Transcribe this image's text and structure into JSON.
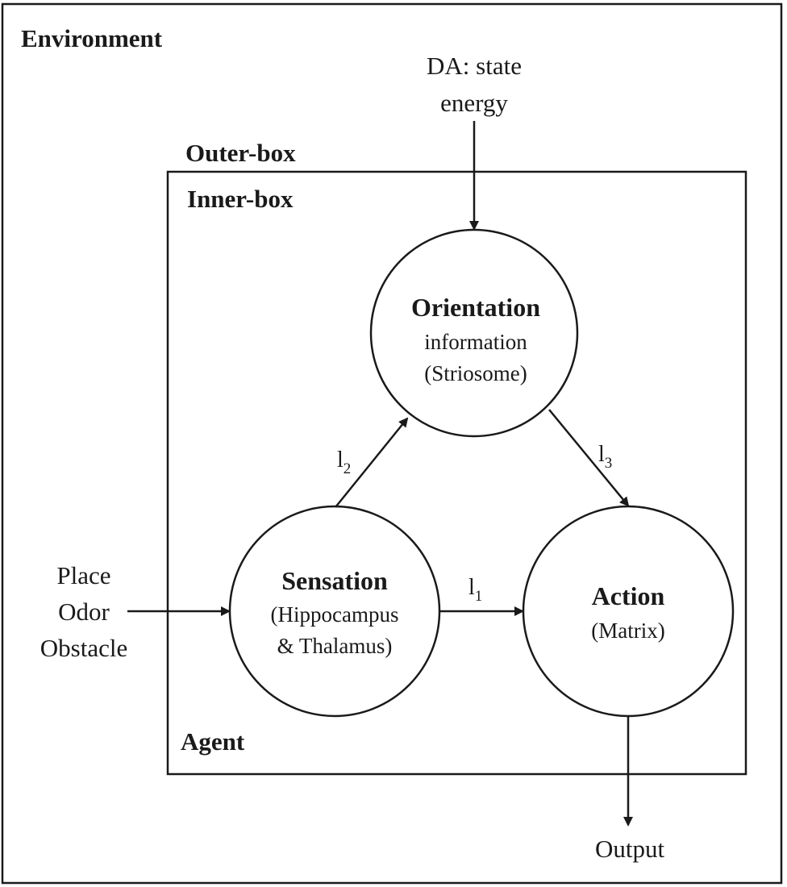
{
  "environment": {
    "label": "Environment"
  },
  "outer_box": {
    "label": "Outer-box"
  },
  "inner_box": {
    "label": "Inner-box"
  },
  "agent": {
    "label": "Agent"
  },
  "da_input": {
    "line1": "DA: state",
    "line2": "energy"
  },
  "sensory_inputs": {
    "line1": "Place",
    "line2": "Odor",
    "line3": "Obstacle"
  },
  "nodes": {
    "orientation": {
      "title": "Orientation",
      "line1": "information",
      "line2": "(Striosome)"
    },
    "sensation": {
      "title": "Sensation",
      "line1": "(Hippocampus",
      "line2": "& Thalamus)"
    },
    "action": {
      "title": "Action",
      "line1": "(Matrix)"
    }
  },
  "edges": {
    "l1": {
      "base": "l",
      "sub": "1"
    },
    "l2": {
      "base": "l",
      "sub": "2"
    },
    "l3": {
      "base": "l",
      "sub": "3"
    }
  },
  "output": {
    "label": "Output"
  },
  "colors": {
    "stroke": "#1a1a1a",
    "background": "#ffffff"
  }
}
